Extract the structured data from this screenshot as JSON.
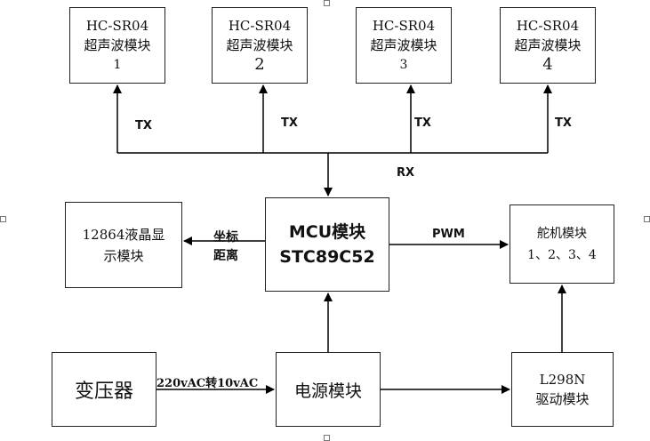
{
  "sensors": [
    {
      "line1": "HC-SR04",
      "line2": "超声波模块",
      "num": "1"
    },
    {
      "line1": "HC-SR04",
      "line2": "超声波模块",
      "num": "2"
    },
    {
      "line1": "HC-SR04",
      "line2": "超声波模块",
      "num": "3"
    },
    {
      "line1": "HC-SR04",
      "line2": "超声波模块",
      "num": "4"
    }
  ],
  "labels": {
    "tx": "TX",
    "rx": "RX",
    "coord_line1": "坐标",
    "coord_line2": "距离",
    "pwm": "PWM",
    "voltage": "220vAC转10vAC"
  },
  "mcu": {
    "line1": "MCU模块",
    "line2": "STC89C52"
  },
  "lcd": {
    "line1": "12864液晶显",
    "line2": "示模块"
  },
  "servo": {
    "line1": "舵机模块",
    "line2": "1、2、3、4"
  },
  "transformer": {
    "label": "变压器"
  },
  "power": {
    "label": "电源模块"
  },
  "driver": {
    "line1": "L298N",
    "line2": "驱动模块"
  }
}
